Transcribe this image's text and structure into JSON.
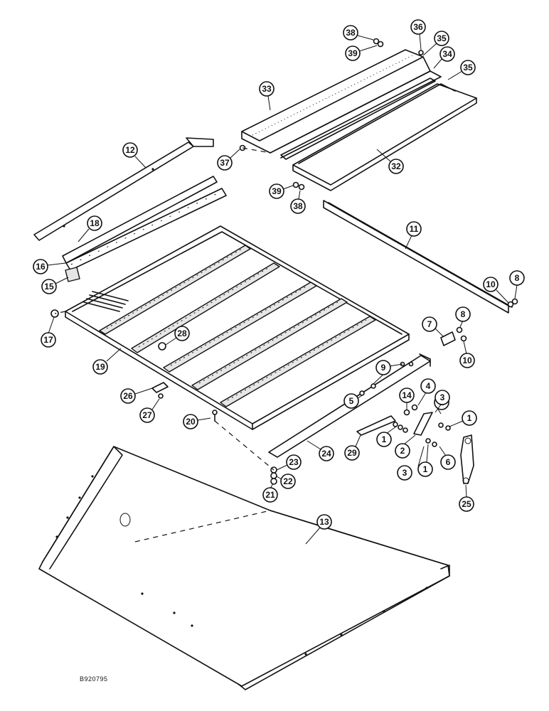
{
  "figure": {
    "reference_code": "B920795",
    "callouts": [
      "1",
      "1",
      "1",
      "1",
      "2",
      "3",
      "3",
      "4",
      "5",
      "6",
      "7",
      "8",
      "8",
      "9",
      "10",
      "10",
      "11",
      "12",
      "13",
      "14",
      "15",
      "16",
      "17",
      "18",
      "19",
      "20",
      "21",
      "22",
      "23",
      "24",
      "25",
      "26",
      "27",
      "28",
      "29",
      "32",
      "33",
      "34",
      "35",
      "35",
      "36",
      "37",
      "38",
      "38",
      "39",
      "39"
    ]
  }
}
